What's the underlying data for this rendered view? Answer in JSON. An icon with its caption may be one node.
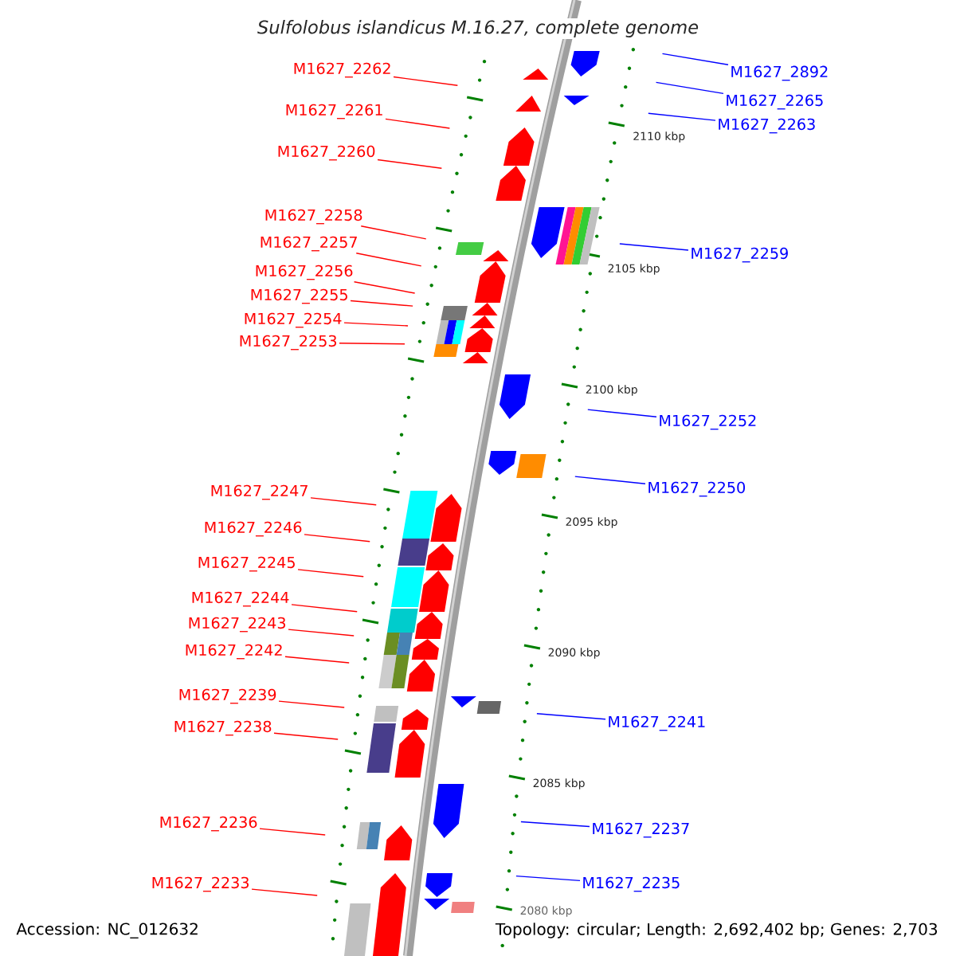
{
  "diagram": {
    "title": "Sulfolobus islandicus M.16.27, complete genome",
    "nodes": [
      {
        "text": [
          "M1627_2262"
        ]
      },
      {
        "text": [
          "M1627_2261"
        ]
      },
      {
        "text": [
          "M1627_2260"
        ]
      },
      {
        "text": [
          "M1627_2258"
        ]
      },
      {
        "text": [
          "M1627_2257"
        ]
      },
      {
        "text": [
          "M1627_2256"
        ]
      },
      {
        "text": [
          "M1627_2255"
        ]
      },
      {
        "text": [
          "M1627_2254"
        ]
      },
      {
        "text": [
          "M1627_2253"
        ]
      },
      {
        "text": [
          "M1627_2247"
        ]
      },
      {
        "text": [
          "M1627_2246"
        ]
      },
      {
        "text": [
          "M1627_2245"
        ]
      },
      {
        "text": [
          "M1627_2244"
        ]
      },
      {
        "text": [
          "M1627_2243"
        ]
      },
      {
        "text": [
          "M1627_2242"
        ]
      },
      {
        "text": [
          "M1627_2239"
        ]
      },
      {
        "text": [
          "M1627_2238"
        ]
      },
      {
        "text": [
          "M1627_2236"
        ]
      },
      {
        "text": [
          "M1627_2233"
        ]
      },
      {
        "text": [
          "M1627_2892"
        ]
      },
      {
        "text": [
          "M1627_2265"
        ]
      },
      {
        "text": [
          "M1627_2263"
        ]
      },
      {
        "text": [
          "M1627_2259"
        ]
      },
      {
        "text": [
          "M1627_2252"
        ]
      },
      {
        "text": [
          "M1627_2250"
        ]
      },
      {
        "text": [
          "M1627_2241"
        ]
      },
      {
        "text": [
          "M1627_2237"
        ]
      },
      {
        "text": [
          "M1627_2235"
        ]
      }
    ],
    "edges": [
      {
        "from": 0,
        "to": null,
        "arrow": "none"
      },
      {
        "from": 1,
        "to": null,
        "arrow": "none"
      },
      {
        "from": 2,
        "to": null,
        "arrow": "none"
      },
      {
        "from": 3,
        "to": null,
        "arrow": "none"
      },
      {
        "from": 4,
        "to": null,
        "arrow": "none"
      },
      {
        "from": 5,
        "to": null,
        "arrow": "none"
      },
      {
        "from": 6,
        "to": null,
        "arrow": "none"
      },
      {
        "from": 7,
        "to": null,
        "arrow": "none"
      },
      {
        "from": 8,
        "to": null,
        "arrow": "none"
      },
      {
        "from": 9,
        "to": null,
        "arrow": "none"
      },
      {
        "from": 10,
        "to": null,
        "arrow": "none"
      },
      {
        "from": 11,
        "to": null,
        "arrow": "none"
      },
      {
        "from": 12,
        "to": null,
        "arrow": "none"
      },
      {
        "from": 13,
        "to": null,
        "arrow": "none"
      },
      {
        "from": 14,
        "to": null,
        "arrow": "none"
      },
      {
        "from": 15,
        "to": null,
        "arrow": "none"
      },
      {
        "from": 16,
        "to": null,
        "arrow": "none"
      },
      {
        "from": 17,
        "to": null,
        "arrow": "none"
      },
      {
        "from": 18,
        "to": null,
        "arrow": "none"
      },
      {
        "from": 19,
        "to": null,
        "arrow": "none",
        "color": "#0000ff"
      },
      {
        "from": 20,
        "to": null,
        "arrow": "none",
        "color": "#0000ff"
      },
      {
        "from": 21,
        "to": null,
        "arrow": "none",
        "color": "#0000ff"
      },
      {
        "from": 22,
        "to": null,
        "arrow": "none",
        "color": "#0000ff"
      },
      {
        "from": 23,
        "to": null,
        "arrow": "none",
        "color": "#0000ff"
      },
      {
        "from": 24,
        "to": null,
        "arrow": "none",
        "color": "#0000ff"
      },
      {
        "from": 25,
        "to": null,
        "arrow": "none",
        "color": "#0000ff"
      },
      {
        "from": 26,
        "to": null,
        "arrow": "none",
        "color": "#0000ff"
      },
      {
        "from": 27,
        "to": null,
        "arrow": "none",
        "color": "#0000ff"
      }
    ],
    "labels": [
      "2110 kbp",
      "2105 kbp",
      "2100 kbp",
      "2095 kbp",
      "2090 kbp",
      "2085 kbp",
      "2080 kbp",
      "Accession: NC_012632",
      "Topology: circular; Length: 2,692,402 bp; Genes: 2,703"
    ]
  }
}
